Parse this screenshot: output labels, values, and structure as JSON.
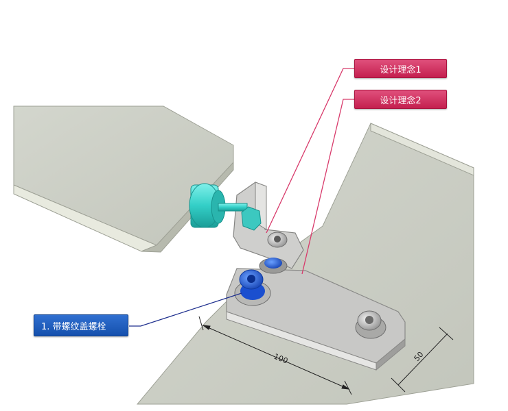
{
  "callouts": {
    "design1": "设计理念1",
    "design2": "设计理念2",
    "bolt": "1. 带螺纹盖螺栓"
  },
  "dimensions": {
    "length": "100",
    "width": "50"
  },
  "colors": {
    "plate": "#cdd0c7",
    "bracket": "#c9c9c9",
    "cyan_part": "#3fd6cf",
    "blue_bolt": "#1e5fe0",
    "pink_callout": "#d3345f",
    "blue_callout": "#1a5bbf",
    "leader_pink": "#d83a6b",
    "leader_blue": "#1e2f8e"
  }
}
